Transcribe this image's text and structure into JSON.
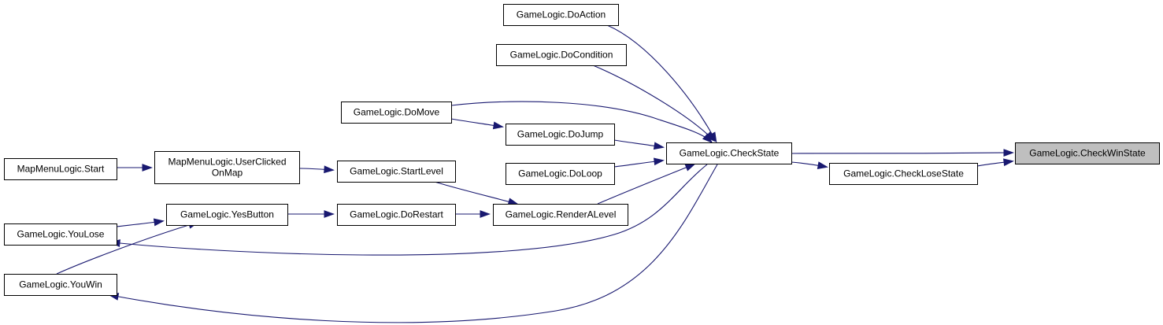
{
  "colors": {
    "edge": "#191970",
    "node_border": "#000000",
    "node_fill": "#ffffff",
    "highlight_fill": "#bfbfbf"
  },
  "nodes": [
    {
      "id": "checkwinstate",
      "lines": [
        "GameLogic.CheckWinState"
      ],
      "highlight": true
    },
    {
      "id": "checkstate",
      "lines": [
        "GameLogic.CheckState"
      ]
    },
    {
      "id": "checklosestate",
      "lines": [
        "GameLogic.CheckLoseState"
      ]
    },
    {
      "id": "doaction",
      "lines": [
        "GameLogic.DoAction"
      ]
    },
    {
      "id": "docondition",
      "lines": [
        "GameLogic.DoCondition"
      ]
    },
    {
      "id": "domove",
      "lines": [
        "GameLogic.DoMove"
      ]
    },
    {
      "id": "dojump",
      "lines": [
        "GameLogic.DoJump"
      ]
    },
    {
      "id": "doloop",
      "lines": [
        "GameLogic.DoLoop"
      ]
    },
    {
      "id": "renderalevel",
      "lines": [
        "GameLogic.RenderALevel"
      ]
    },
    {
      "id": "startlevel",
      "lines": [
        "GameLogic.StartLevel"
      ]
    },
    {
      "id": "dorestart",
      "lines": [
        "GameLogic.DoRestart"
      ]
    },
    {
      "id": "userclickedonmap",
      "lines": [
        "MapMenuLogic.UserClicked",
        "OnMap"
      ]
    },
    {
      "id": "mapmenustart",
      "lines": [
        "MapMenuLogic.Start"
      ]
    },
    {
      "id": "yesbutton",
      "lines": [
        "GameLogic.YesButton"
      ]
    },
    {
      "id": "youlose",
      "lines": [
        "GameLogic.YouLose"
      ]
    },
    {
      "id": "youwin",
      "lines": [
        "GameLogic.YouWin"
      ]
    }
  ],
  "edges": [
    {
      "from": "checkstate",
      "to": "checkwinstate"
    },
    {
      "from": "checklosestate",
      "to": "checkwinstate"
    },
    {
      "from": "checkstate",
      "to": "checklosestate"
    },
    {
      "from": "doaction",
      "to": "checkstate"
    },
    {
      "from": "docondition",
      "to": "checkstate"
    },
    {
      "from": "domove",
      "to": "checkstate"
    },
    {
      "from": "domove",
      "to": "dojump"
    },
    {
      "from": "dojump",
      "to": "checkstate"
    },
    {
      "from": "doloop",
      "to": "checkstate"
    },
    {
      "from": "renderalevel",
      "to": "checkstate"
    },
    {
      "from": "startlevel",
      "to": "renderalevel"
    },
    {
      "from": "dorestart",
      "to": "renderalevel"
    },
    {
      "from": "userclickedonmap",
      "to": "startlevel"
    },
    {
      "from": "mapmenustart",
      "to": "userclickedonmap"
    },
    {
      "from": "yesbutton",
      "to": "dorestart"
    },
    {
      "from": "youlose",
      "to": "yesbutton"
    },
    {
      "from": "youwin",
      "to": "yesbutton"
    },
    {
      "from": "checkstate",
      "to": "youlose"
    },
    {
      "from": "checkstate",
      "to": "youwin"
    }
  ]
}
